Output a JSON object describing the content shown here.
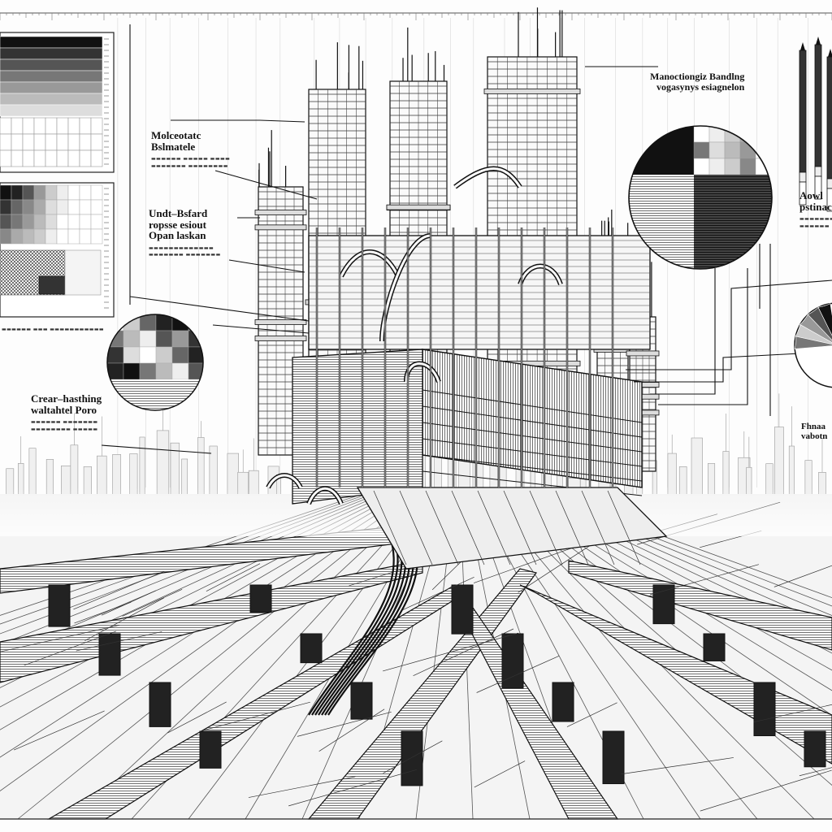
{
  "labels": {
    "top_left": {
      "line1": "Molceotatc",
      "line2": "Bslmatele",
      "sub1": "▬▬▬▬▬▬ ▬▬▬▬▬ ▬▬▬▬",
      "sub2": "▬▬▬▬▬▬▬ ▬▬▬▬▬▬▬▬"
    },
    "mid_left": {
      "line1": "Undt–Bsfard",
      "line2": "ropsse esiout",
      "line3": "Opan laskan",
      "sub1": "▬▬▬▬▬▬▬▬▬▬▬▬▬",
      "sub2": "▬▬▬▬▬▬▬ ▬▬▬▬▬▬▬"
    },
    "lower_left": {
      "line1": "Crear–hasthing",
      "line2": "waltahtel Poro",
      "sub1": "▬▬▬▬▬▬ ▬▬▬▬▬▬▬",
      "sub2": "▬▬▬▬▬▬▬▬ ▬▬▬▬▬"
    },
    "top_right": {
      "line1": "Manoctiongiz Bandlng",
      "line2": "vogasynys esiagnelon"
    },
    "mid_right": {
      "line1": "Aowl",
      "line2": "pstinac",
      "sub1": "▬▬▬▬▬▬▬",
      "sub2": "▬▬▬▬▬▬"
    },
    "lower_right": {
      "line1": "Fhnaa",
      "line2": "vabotn"
    },
    "panel_caption": "▬▬▬▬▬▬ ▬▬▬ ▬▬▬▬▬▬▬▬▬▬▬"
  },
  "colors": {
    "ink": "#111111",
    "paper": "#fdfdfd",
    "grid": "#cfcfcf"
  },
  "icons": {
    "pencils": "pencil-icon",
    "swatch_grid": "swatch-grid-icon"
  }
}
